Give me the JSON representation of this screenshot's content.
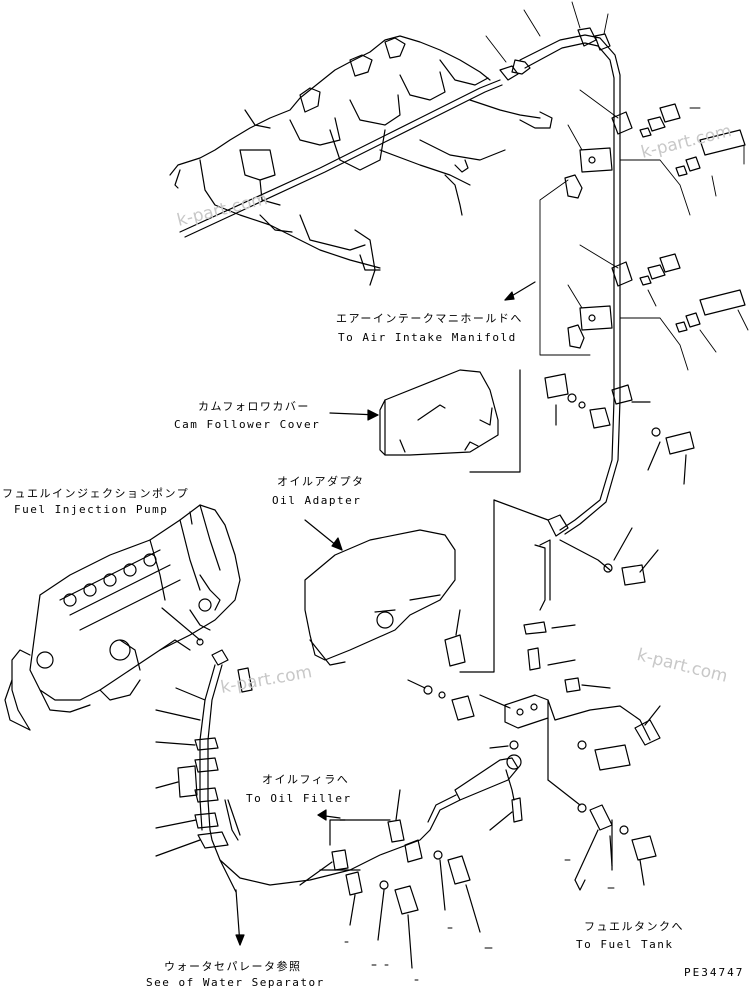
{
  "labels": {
    "air_intake_jp": "エアーインテークマニホールドへ",
    "air_intake_en": "To Air Intake Manifold",
    "cam_cover_jp": "カムフォロワカバー",
    "cam_cover_en": "Cam Follower Cover",
    "oil_adapter_jp": "オイルアダプタ",
    "oil_adapter_en": "Oil Adapter",
    "fuel_pump_jp": "フュエルインジェクションポンプ",
    "fuel_pump_en": "Fuel Injection Pump",
    "oil_filler_jp": "オイルフィラへ",
    "oil_filler_en": "To Oil Filler",
    "fuel_tank_jp": "フュエルタンクへ",
    "fuel_tank_en": "To Fuel Tank",
    "water_sep_jp": "ウォータセパレータ参照",
    "water_sep_en": "See of Water Separator"
  },
  "watermarks": [
    "k-part.com",
    "k-part.com",
    "k-part.com"
  ],
  "drawing_code": "PE34747",
  "colors": {
    "line": "#000000",
    "watermark": "#c8c8c8",
    "background": "#ffffff"
  }
}
